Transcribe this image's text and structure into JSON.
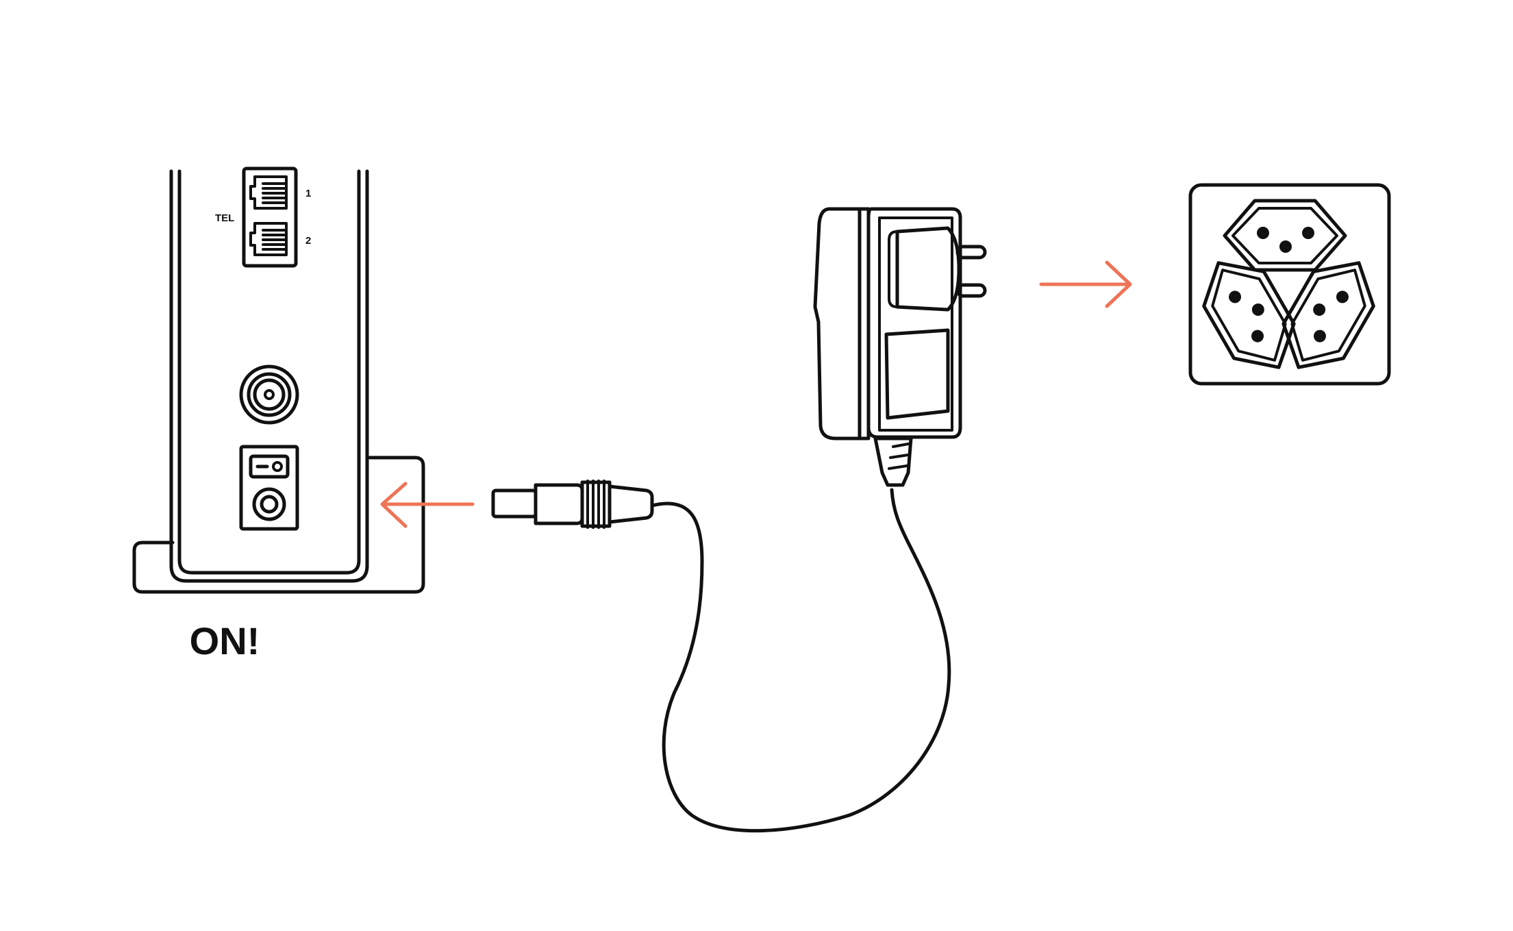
{
  "labels": {
    "tel": "TEL",
    "port_1": "1",
    "port_2": "2",
    "status": "ON!"
  },
  "icons": {
    "device": "modem-back-panel-icon",
    "plug": "dc-barrel-plug-icon",
    "adapter": "power-adapter-icon",
    "socket": "swiss-triple-socket-icon"
  },
  "colors": {
    "line": "#111111",
    "arrow": "#EE7457",
    "background": "#FFFFFF"
  }
}
